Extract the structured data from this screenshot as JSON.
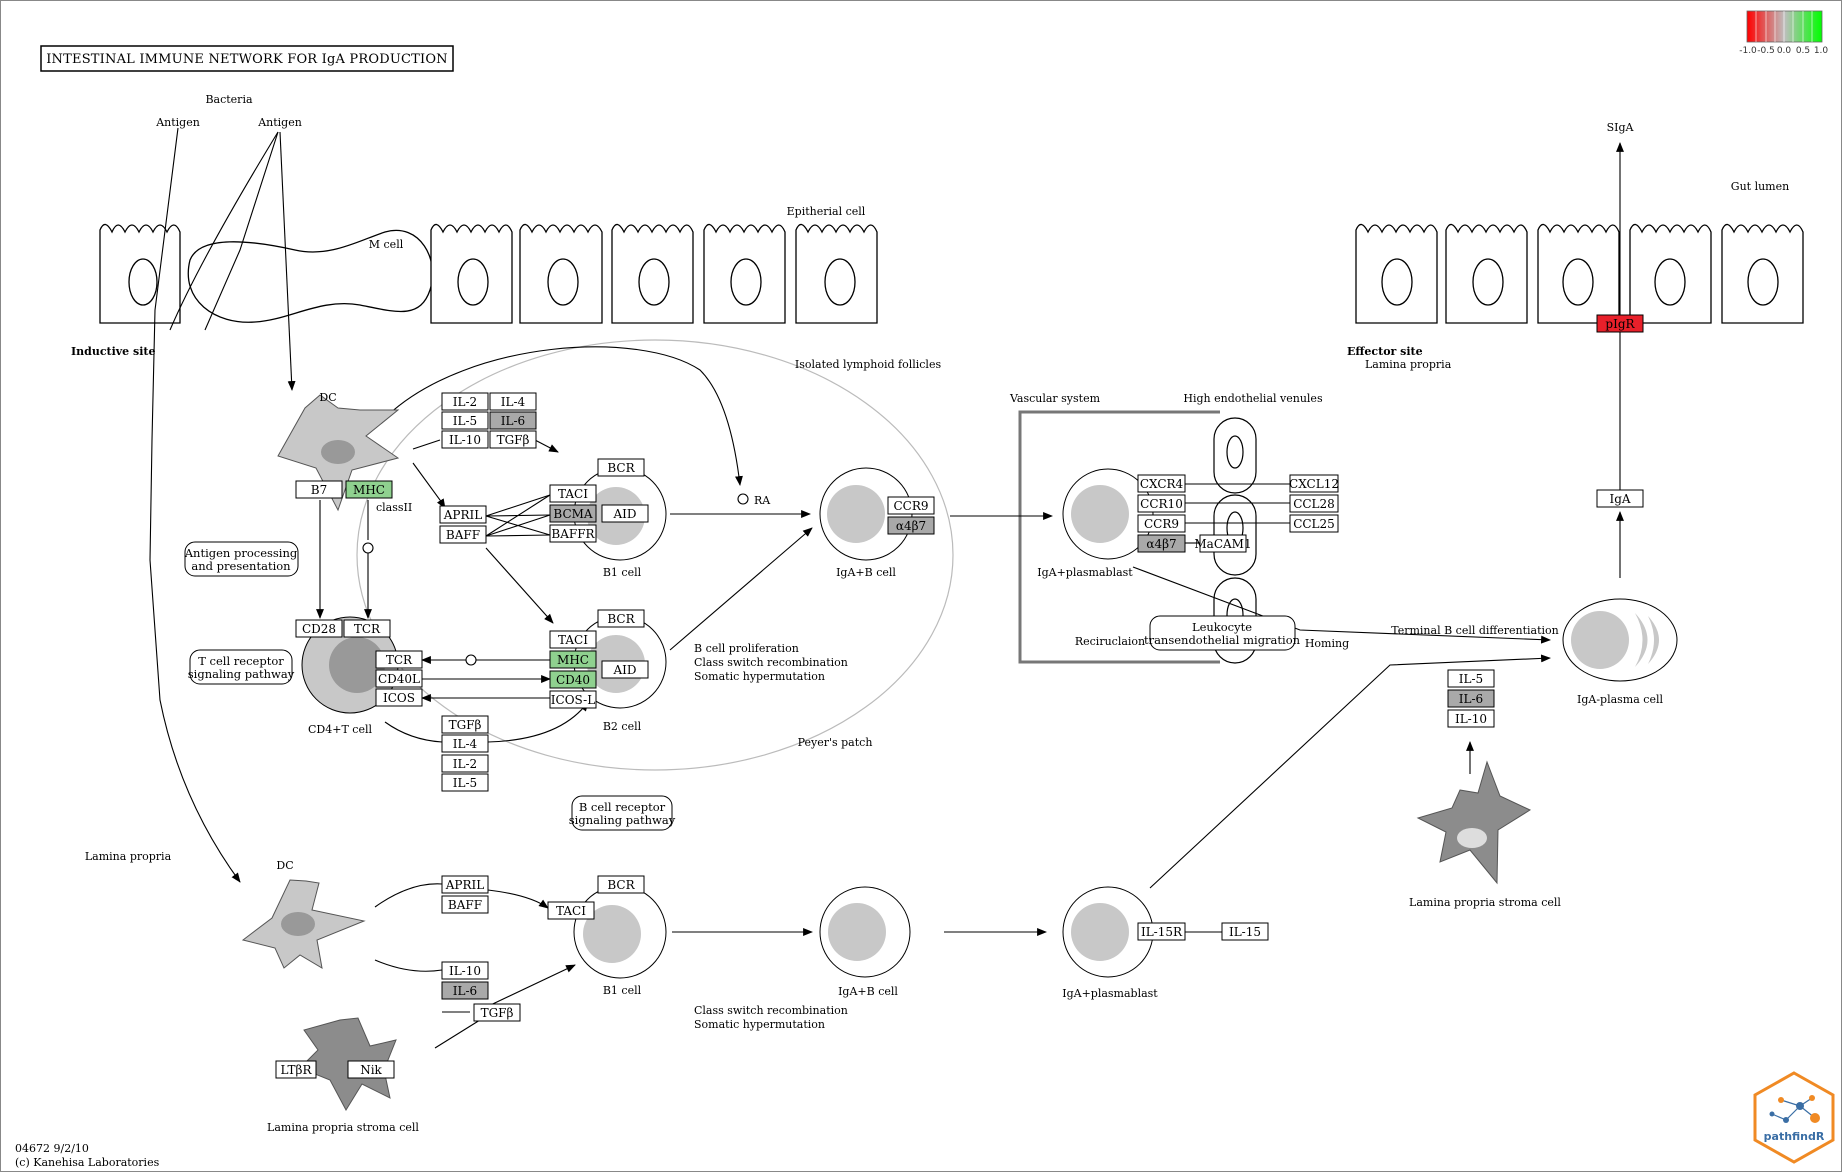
{
  "title": "INTESTINAL IMMUNE NETWORK FOR IgA PRODUCTION",
  "colors": {
    "green": "#8fd18f",
    "gray": "#a9a9a9",
    "red": "#e8202a",
    "white": "#ffffff",
    "cell_fill": "#c8c8c8",
    "nucleus": "#9a9a9a",
    "stroma": "#8c8c8c"
  },
  "color_scale": {
    "ticks": [
      "-1.0",
      "-0.5",
      "0.0",
      "0.5",
      "1.0"
    ],
    "low_color": "#ff0000",
    "mid_color": "#bebebe",
    "high_color": "#00ff00"
  },
  "footer": {
    "id_date": "04672 9/2/10",
    "copyright": "(c) Kanehisa Laboratories"
  },
  "logo": {
    "text": "pathfindR"
  },
  "labels": {
    "bacteria": "Bacteria",
    "antigen_1": "Antigen",
    "antigen_2": "Antigen",
    "m_cell": "M cell",
    "epithelial_cell": "Epitherial cell",
    "inductive_site": "Inductive site",
    "isolated_lymphoid_follicles": "Isolated lymphoid follicles",
    "dc_top": "DC",
    "class_ii": "classII",
    "ra": "RA",
    "b1_cell_top": "B1 cell",
    "iga_b_cell_top": "IgA+B cell",
    "b2_cell": "B2 cell",
    "cd4_t_cell": "CD4+T cell",
    "b_prolif_1": "B cell proliferation",
    "b_prolif_2": "Class switch recombination",
    "b_prolif_3": "Somatic hypermutation",
    "peyers_patch": "Peyer's patch",
    "lamina_propria_left": "Lamina propria",
    "dc_bottom": "DC",
    "b1_cell_bottom": "B1 cell",
    "iga_b_cell_bottom": "IgA+B cell",
    "csr_bottom_1": "Class switch recombination",
    "csr_bottom_2": "Somatic hypermutation",
    "iga_plasmablast_bottom": "IgA+plasmablast",
    "lamina_stroma_bottom": "Lamina propria stroma cell",
    "vascular_system": "Vascular system",
    "high_endothelial_venules": "High endothelial venules",
    "iga_plasmablast_mid": "IgA+plasmablast",
    "reciruculaion": "Reciruclaion",
    "homing": "Homing",
    "terminal_b_diff": "Terminal B cell differentiation",
    "iga_plasma_cell": "IgA-plasma cell",
    "lamina_stroma_right": "Lamina propria stroma cell",
    "siga": "SIgA",
    "gut_lumen": "Gut lumen",
    "effector_site": "Effector site",
    "lamina_propria_right": "Lamina propria"
  },
  "pathway_boxes": {
    "antigen_processing_1": "Antigen processing",
    "antigen_processing_2": "and presentation",
    "tcr_pathway_1": "T cell receptor",
    "tcr_pathway_2": "signaling pathway",
    "bcr_pathway_1": "B cell receptor",
    "bcr_pathway_2": "signaling pathway",
    "leukocyte_1": "Leukocyte",
    "leukocyte_2": "transendothelial migration"
  },
  "genes": {
    "il2_a": {
      "label": "IL-2",
      "status": "white"
    },
    "il4_a": {
      "label": "IL-4",
      "status": "white"
    },
    "il5_a": {
      "label": "IL-5",
      "status": "white"
    },
    "il6_a": {
      "label": "IL-6",
      "status": "gray"
    },
    "il10_a": {
      "label": "IL-10",
      "status": "white"
    },
    "tgfb_a": {
      "label": "TGFβ",
      "status": "white"
    },
    "b7": {
      "label": "B7",
      "status": "white"
    },
    "mhc_dc": {
      "label": "MHC",
      "status": "green"
    },
    "april_a": {
      "label": "APRIL",
      "status": "white"
    },
    "baff_a": {
      "label": "BAFF",
      "status": "white"
    },
    "taci_a": {
      "label": "TACI",
      "status": "white"
    },
    "bcma": {
      "label": "BCMA",
      "status": "gray"
    },
    "baffr": {
      "label": "BAFFR",
      "status": "white"
    },
    "bcr_b1": {
      "label": "BCR",
      "status": "white"
    },
    "aid_b1": {
      "label": "AID",
      "status": "white"
    },
    "ccr9_a": {
      "label": "CCR9",
      "status": "white"
    },
    "a4b7_a": {
      "label": "α4β7",
      "status": "gray"
    },
    "cd28": {
      "label": "CD28",
      "status": "white"
    },
    "tcr_top": {
      "label": "TCR",
      "status": "white"
    },
    "tcr_t": {
      "label": "TCR",
      "status": "white"
    },
    "cd40l": {
      "label": "CD40L",
      "status": "white"
    },
    "icos": {
      "label": "ICOS",
      "status": "white"
    },
    "bcr_b2": {
      "label": "BCR",
      "status": "white"
    },
    "taci_b2": {
      "label": "TACI",
      "status": "white"
    },
    "mhc_b2": {
      "label": "MHC",
      "status": "green"
    },
    "cd40": {
      "label": "CD40",
      "status": "green"
    },
    "aid_b2": {
      "label": "AID",
      "status": "white"
    },
    "icosl": {
      "label": "ICOS-L",
      "status": "white"
    },
    "tgfb_b": {
      "label": "TGFβ",
      "status": "white"
    },
    "il4_b": {
      "label": "IL-4",
      "status": "white"
    },
    "il2_b": {
      "label": "IL-2",
      "status": "white"
    },
    "il5_b": {
      "label": "IL-5",
      "status": "white"
    },
    "april_b": {
      "label": "APRIL",
      "status": "white"
    },
    "baff_b": {
      "label": "BAFF",
      "status": "white"
    },
    "taci_c": {
      "label": "TACI",
      "status": "white"
    },
    "bcr_c": {
      "label": "BCR",
      "status": "white"
    },
    "il10_b": {
      "label": "IL-10",
      "status": "white"
    },
    "il6_b": {
      "label": "IL-6",
      "status": "gray"
    },
    "tgfb_c": {
      "label": "TGFβ",
      "status": "white"
    },
    "ltbr": {
      "label": "LTβR",
      "status": "white"
    },
    "nik": {
      "label": "Nik",
      "status": "white"
    },
    "il15r": {
      "label": "IL-15R",
      "status": "white"
    },
    "il15": {
      "label": "IL-15",
      "status": "white"
    },
    "cxcr4": {
      "label": "CXCR4",
      "status": "white"
    },
    "ccr10": {
      "label": "CCR10",
      "status": "white"
    },
    "ccr9_b": {
      "label": "CCR9",
      "status": "white"
    },
    "a4b7_b": {
      "label": "α4β7",
      "status": "gray"
    },
    "madcam1": {
      "label": "MaCAM1",
      "status": "white"
    },
    "cxcl12": {
      "label": "CXCL12",
      "status": "white"
    },
    "ccl28": {
      "label": "CCL28",
      "status": "white"
    },
    "ccl25": {
      "label": "CCL25",
      "status": "white"
    },
    "il5_c": {
      "label": "IL-5",
      "status": "white"
    },
    "il6_c": {
      "label": "IL-6",
      "status": "gray"
    },
    "il10_c": {
      "label": "IL-10",
      "status": "white"
    },
    "iga": {
      "label": "IgA",
      "status": "white"
    },
    "pigr": {
      "label": "pIgR",
      "status": "red"
    }
  }
}
